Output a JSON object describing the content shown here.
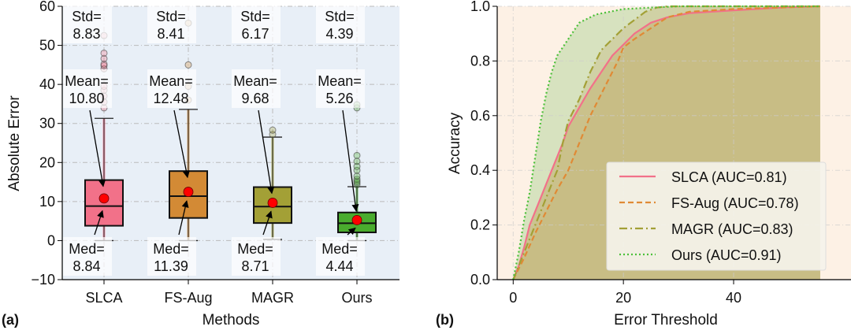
{
  "chart_data": [
    {
      "type": "box",
      "panel_label": "(a)",
      "xlabel": "Methods",
      "ylabel": "Absolute Error",
      "ylim": [
        -10,
        60
      ],
      "yticks": [
        -10,
        0,
        10,
        20,
        30,
        40,
        50,
        60
      ],
      "grid": true,
      "background": "#e8eff7",
      "categories": [
        "SLCA",
        "FS-Aug",
        "MAGR",
        "Ours"
      ],
      "boxes": [
        {
          "name": "SLCA",
          "color": "#f27189",
          "q1": 3.8,
          "median": 8.84,
          "q3": 15.5,
          "whisker_low": 0,
          "whisker_high": 31.3,
          "mean": 10.8,
          "std": 8.83,
          "outliers": [
            34,
            35.5,
            37,
            38.5,
            39.5,
            44,
            44.8,
            45.2,
            46.6,
            48,
            52.5
          ],
          "labels": {
            "std": [
              "Std=",
              "8.83"
            ],
            "mean": [
              "Mean=",
              "10.80"
            ],
            "med": [
              "Med=",
              "8.84"
            ]
          }
        },
        {
          "name": "FS-Aug",
          "color": "#d38a35",
          "q1": 5.8,
          "median": 11.39,
          "q3": 17.8,
          "whisker_low": 0,
          "whisker_high": 33.6,
          "mean": 12.48,
          "std": 8.41,
          "outliers": [
            36,
            39.5,
            45,
            55.7
          ],
          "labels": {
            "std": [
              "Std=",
              "8.41"
            ],
            "mean": [
              "Mean=",
              "12.48"
            ],
            "med": [
              "Med=",
              "11.39"
            ]
          }
        },
        {
          "name": "MAGR",
          "color": "#a3a036",
          "q1": 4.5,
          "median": 8.71,
          "q3": 13.7,
          "whisker_low": 0.3,
          "whisker_high": 26.5,
          "mean": 9.68,
          "std": 6.17,
          "outliers": [
            27.2,
            28.3
          ],
          "labels": {
            "std": [
              "Std=",
              "6.17"
            ],
            "mean": [
              "Mean=",
              "9.68"
            ],
            "med": [
              "Med=",
              "8.71"
            ]
          }
        },
        {
          "name": "Ours",
          "color": "#4aac2e",
          "q1": 2.1,
          "median": 4.44,
          "q3": 7.2,
          "whisker_low": 0,
          "whisker_high": 13.8,
          "mean": 5.26,
          "std": 4.39,
          "outliers": [
            14.3,
            14.8,
            15.2,
            15.7,
            16.5,
            18,
            19,
            20.3,
            21.8,
            34,
            34.8
          ],
          "labels": {
            "std": [
              "Std=",
              "4.39"
            ],
            "mean": [
              "Mean=",
              "5.26"
            ],
            "med": [
              "Med=",
              "4.44"
            ]
          }
        }
      ]
    },
    {
      "type": "line",
      "panel_label": "(b)",
      "xlabel": "Error Threshold",
      "ylabel": "Accuracy",
      "xlim": [
        -2.9,
        61.3
      ],
      "ylim": [
        0,
        1.0
      ],
      "xticks": [
        0,
        20,
        40
      ],
      "yticks": [
        0.0,
        0.2,
        0.4,
        0.6,
        0.8,
        1.0
      ],
      "grid": true,
      "legend_placement": "lower-right",
      "background": "#fdf1e5",
      "series": [
        {
          "name": "SLCA (AUC=0.81)",
          "color": "#f27189",
          "dash": "solid",
          "x": [
            0,
            1,
            2,
            3,
            5,
            7,
            9,
            10,
            12,
            14,
            16,
            18,
            20,
            22,
            25,
            28,
            32,
            40,
            50,
            55.7
          ],
          "y": [
            0,
            0.05,
            0.12,
            0.2,
            0.3,
            0.4,
            0.5,
            0.56,
            0.63,
            0.7,
            0.76,
            0.82,
            0.86,
            0.9,
            0.94,
            0.96,
            0.975,
            0.985,
            0.997,
            1
          ]
        },
        {
          "name": "FS-Aug (AUC=0.78)",
          "color": "#e08a35",
          "dash": "dashed",
          "x": [
            0,
            2,
            4,
            6,
            8,
            10,
            12,
            14,
            16,
            18,
            19,
            20,
            22,
            25,
            28,
            32,
            40,
            55.7
          ],
          "y": [
            0,
            0.08,
            0.17,
            0.25,
            0.33,
            0.4,
            0.5,
            0.6,
            0.68,
            0.76,
            0.8,
            0.85,
            0.88,
            0.92,
            0.96,
            0.98,
            0.99,
            1
          ]
        },
        {
          "name": "MAGR (AUC=0.83)",
          "color": "#a3a036",
          "dash": "dashdot",
          "x": [
            0,
            2,
            4,
            6,
            8,
            9,
            10,
            12,
            14,
            16,
            18,
            20,
            22,
            24,
            26,
            28,
            55.7
          ],
          "y": [
            0,
            0.1,
            0.2,
            0.3,
            0.4,
            0.5,
            0.58,
            0.66,
            0.76,
            0.84,
            0.88,
            0.92,
            0.95,
            0.98,
            0.995,
            1,
            1
          ]
        },
        {
          "name": "Ours (AUC=0.91)",
          "color": "#4cc03a",
          "dash": "dotted",
          "x": [
            0,
            1,
            2,
            3,
            4,
            5,
            6,
            7,
            8,
            10,
            12,
            15,
            20,
            25,
            30,
            55.7
          ],
          "y": [
            0,
            0.1,
            0.22,
            0.32,
            0.45,
            0.58,
            0.68,
            0.76,
            0.82,
            0.88,
            0.94,
            0.97,
            0.99,
            0.995,
            1,
            1
          ]
        }
      ],
      "fill_colors": {
        "ours": "#d7e2bf",
        "others": "#c8bd85"
      }
    }
  ]
}
